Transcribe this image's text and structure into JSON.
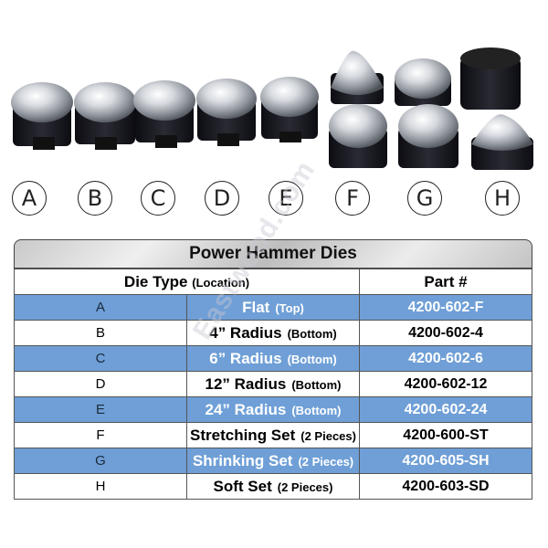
{
  "letters": [
    "A",
    "B",
    "C",
    "D",
    "E",
    "F",
    "G",
    "H"
  ],
  "watermark": "Eastwood.com",
  "table": {
    "title": "Power Hammer Dies",
    "header": {
      "die_type": "Die Type",
      "location": "(Location)",
      "part": "Part #"
    },
    "rows": [
      {
        "letter": "A",
        "name": "Flat",
        "note": "(Top)",
        "part": "4200-602-F"
      },
      {
        "letter": "B",
        "name": "4” Radius",
        "note": "(Bottom)",
        "part": "4200-602-4"
      },
      {
        "letter": "C",
        "name": "6” Radius",
        "note": "(Bottom)",
        "part": "4200-602-6"
      },
      {
        "letter": "D",
        "name": "12” Radius",
        "note": "(Bottom)",
        "part": "4200-602-12"
      },
      {
        "letter": "E",
        "name": "24” Radius",
        "note": "(Bottom)",
        "part": "4200-602-24"
      },
      {
        "letter": "F",
        "name": "Stretching Set",
        "note": "(2 Pieces)",
        "part": "4200-600-ST"
      },
      {
        "letter": "G",
        "name": "Shrinking Set",
        "note": "(2 Pieces)",
        "part": "4200-605-SH"
      },
      {
        "letter": "H",
        "name": "Soft Set",
        "note": "(2 Pieces)",
        "part": "4200-603-SD"
      }
    ]
  },
  "colors": {
    "row_blue": "#6f9fd6",
    "die_body": "#1b1b22",
    "die_chrome": "#c8ccd2"
  }
}
